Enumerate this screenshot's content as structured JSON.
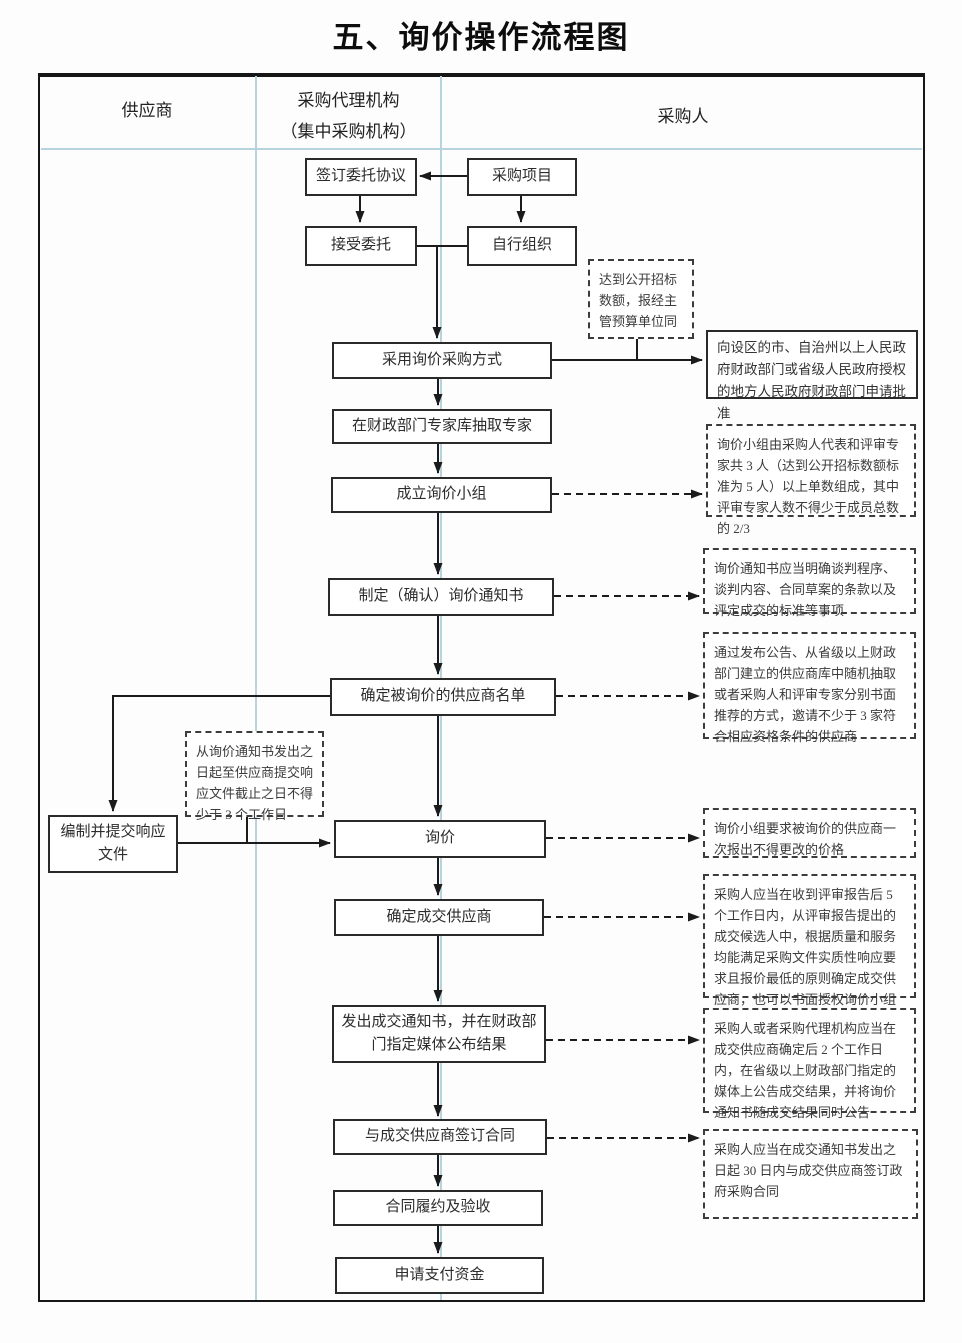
{
  "title": "五、询价操作流程图",
  "columns": {
    "supplier": "供应商",
    "agency_line1": "采购代理机构",
    "agency_line2": "（集中采购机构）",
    "purchaser": "采购人"
  },
  "boxes": {
    "sign_agreement": "签订委托协议",
    "procurement_project": "采购项目",
    "accept_commission": "接受委托",
    "self_organize": "自行组织",
    "adopt_inquiry_method": "采用询价采购方式",
    "extract_experts": "在财政部门专家库抽取专家",
    "form_inquiry_group": "成立询价小组",
    "prepare_notice": "制定（确认）询价通知书",
    "confirm_supplier_list": "确定被询价的供应商名单",
    "inquiry": "询价",
    "confirm_deal_supplier": "确定成交供应商",
    "issue_deal_notice": "发出成交通知书，并在财政部门指定媒体公布结果",
    "sign_contract": "与成交供应商签订合同",
    "contract_performance": "合同履约及验收",
    "apply_payment": "申请支付资金",
    "prepare_response_docs": "编制并提交响应文件",
    "approval": "向设区的市、自治州以上人民政府财政部门或省级人民政府授权的地方人民政府财政部门申请批准"
  },
  "notes": {
    "threshold": "达到公开招标数额，报经主管预算单位同",
    "group_composition": "询价小组由采购人代表和评审专家共 3 人（达到公开招标数额标准为 5 人）以上单数组成，其中评审专家人数不得少于成员总数的 2/3",
    "notice_content": "询价通知书应当明确谈判程序、谈判内容、合同草案的条款以及评定成交的标准等事项",
    "invite_suppliers": "通过发布公告、从省级以上财政部门建立的供应商库中随机抽取或者采购人和评审专家分别书面推荐的方式，邀请不少于 3 家符合相应资格条件的供应商",
    "response_deadline": "从询价通知书发出之日起至供应商提交响应文件截止之日不得少于 3 个工作日",
    "one_time_quote": "询价小组要求被询价的供应商一次报出不得更改的价格",
    "determine_within_5_days": "采购人应当在收到评审报告后 5 个工作日内，从评审报告提出的成交候选人中，根据质量和服务均能满足采购文件实质性响应要求且报价最低的原则确定成交供应商，也可以书面授权询价小组直接确定成交",
    "announce_within_2_days": "采购人或者采购代理机构应当在成交供应商确定后 2 个工作日内，在省级以上财政部门指定的媒体上公告成交结果，并将询价通知书随成交结果同时公告",
    "contract_within_30_days": "采购人应当在成交通知书发出之日起 30 日内与成交供应商签订政府采购合同"
  }
}
